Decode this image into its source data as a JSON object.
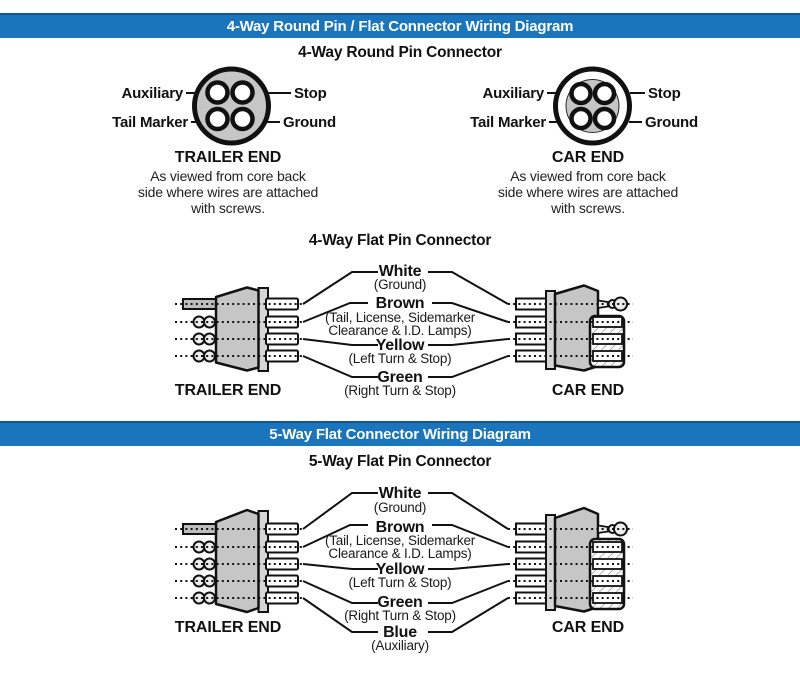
{
  "colors": {
    "banner_bg": "#1b75bc",
    "banner_border": "#11578f",
    "banner_text": "#ffffff",
    "connector_gray": "#c6c6c6",
    "diagram_line": "#111111"
  },
  "banner_4way": "4-Way Round Pin / Flat Connector Wiring Diagram",
  "banner_5way": "5-Way Flat Connector Wiring Diagram",
  "round_section": {
    "heading": "4-Way Round Pin Connector",
    "pin_labels": {
      "top_left": "Auxiliary",
      "top_right": "Stop",
      "bottom_left": "Tail Marker",
      "bottom_right": "Ground"
    },
    "trailer_title": "TRAILER END",
    "car_title": "CAR END",
    "caption": {
      "line1": "As viewed from core back",
      "line2": "side where wires are attached",
      "line3": "with screws."
    }
  },
  "flat4_section": {
    "heading": "4-Way Flat Pin Connector",
    "trailer_title": "TRAILER END",
    "car_title": "CAR END",
    "wires": [
      {
        "color": "White",
        "functions": [
          "(Ground)"
        ]
      },
      {
        "color": "Brown",
        "functions": [
          "(Tail, License, Sidemarker",
          "Clearance & I.D. Lamps)"
        ]
      },
      {
        "color": "Yellow",
        "functions": [
          "(Left Turn & Stop)"
        ]
      },
      {
        "color": "Green",
        "functions": [
          "(Right Turn & Stop)"
        ]
      }
    ]
  },
  "flat5_section": {
    "heading": "5-Way Flat Pin Connector",
    "trailer_title": "TRAILER END",
    "car_title": "CAR END",
    "wires": [
      {
        "color": "White",
        "functions": [
          "(Ground)"
        ]
      },
      {
        "color": "Brown",
        "functions": [
          "(Tail, License, Sidemarker",
          "Clearance & I.D. Lamps)"
        ]
      },
      {
        "color": "Yellow",
        "functions": [
          "(Left Turn & Stop)"
        ]
      },
      {
        "color": "Green",
        "functions": [
          "(Right Turn & Stop)"
        ]
      },
      {
        "color": "Blue",
        "functions": [
          "(Auxiliary)"
        ]
      }
    ]
  }
}
